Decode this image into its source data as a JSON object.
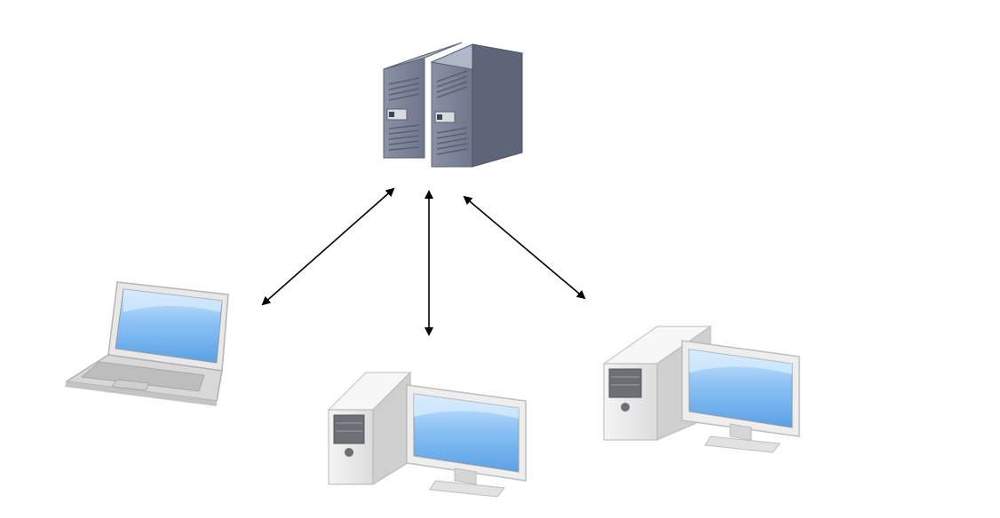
{
  "diagram": {
    "central_node": {
      "icon": "server-rack-icon"
    },
    "client_nodes": [
      {
        "icon": "laptop-icon"
      },
      {
        "icon": "desktop-computer-icon"
      },
      {
        "icon": "desktop-computer-icon"
      }
    ],
    "connections": [
      {
        "from": "server",
        "to": "laptop",
        "direction": "bidirectional"
      },
      {
        "from": "server",
        "to": "desktop-middle",
        "direction": "bidirectional"
      },
      {
        "from": "server",
        "to": "desktop-right",
        "direction": "bidirectional"
      }
    ]
  },
  "colors": {
    "background": "#ffffff",
    "server_body": "#7c8398",
    "server_dark": "#5c6275",
    "server_light": "#9aa1b3",
    "case_light": "#ededed",
    "case_mid": "#d7d7d7",
    "case_dark": "#b9b9b9",
    "screen": "#7ab4f0",
    "screen_light": "#b9dcfb",
    "arrow": "#000000"
  }
}
